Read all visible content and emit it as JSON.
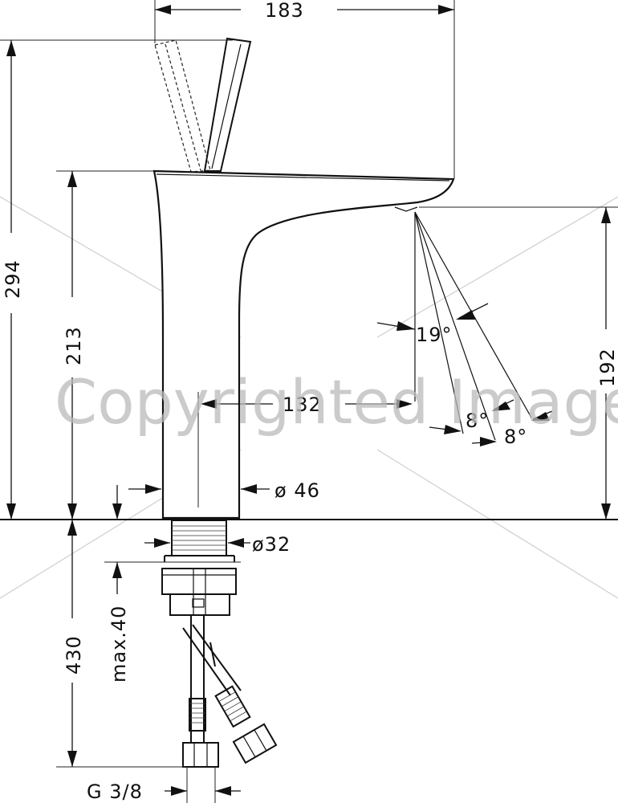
{
  "dimensions": {
    "width_top": "183",
    "total_height": "294",
    "spout_height": "213",
    "outlet_height": "192",
    "projection": "132",
    "body_diameter": "ø 46",
    "shank_diameter": "ø32",
    "max_thickness": "max.40",
    "hose_length": "430",
    "connection": "G 3/8",
    "spray_angle_main": "19°",
    "spray_angle_a": "8°",
    "spray_angle_b": "8°"
  },
  "watermark": "Copyrighted Image"
}
